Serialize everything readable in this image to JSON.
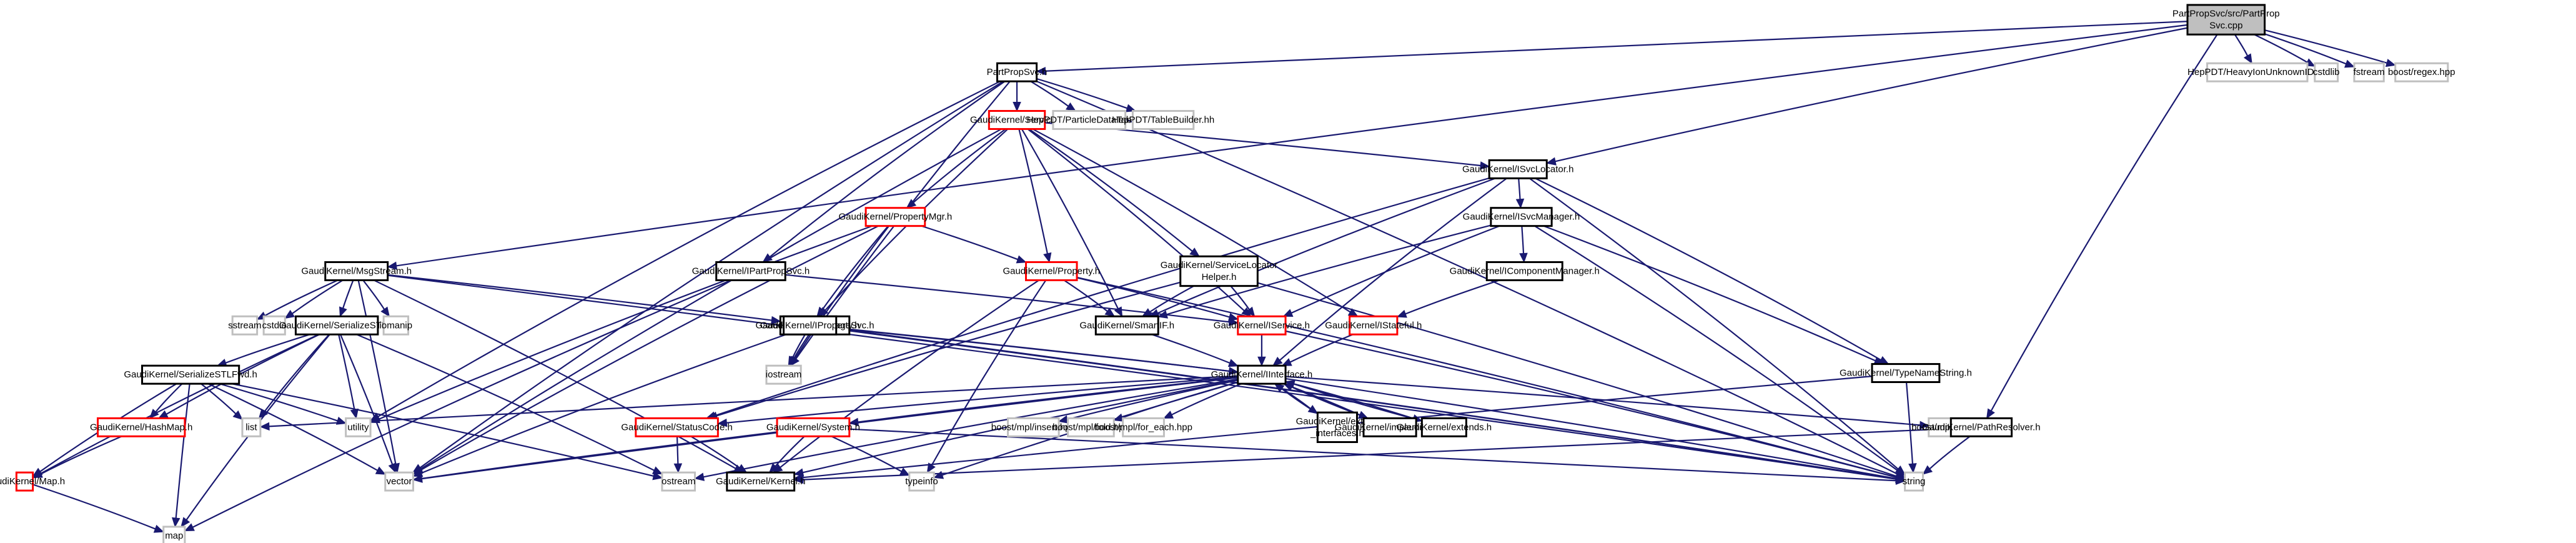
{
  "diagram": {
    "type": "include-dependency-graph",
    "colors": {
      "edge": "#191970",
      "root_fill": "#bfbfbf",
      "documented_border": "#000000",
      "truncated_border": "#ff0000",
      "external_border": "#bfbfbf"
    },
    "nodes": [
      {
        "id": "root",
        "label": [
          "PartPropSvc/src/PartProp",
          "Svc.cpp"
        ],
        "kind": "root"
      },
      {
        "id": "partpropsvc_h",
        "label": [
          "PartPropSvc.h"
        ],
        "kind": "normal"
      },
      {
        "id": "heavyion",
        "label": [
          "HepPDT/HeavyIonUnknownID.hh"
        ],
        "kind": "gray"
      },
      {
        "id": "cstdlib",
        "label": [
          "cstdlib"
        ],
        "kind": "gray"
      },
      {
        "id": "fstream",
        "label": [
          "fstream"
        ],
        "kind": "gray"
      },
      {
        "id": "boost_regex",
        "label": [
          "boost/regex.hpp"
        ],
        "kind": "gray"
      },
      {
        "id": "service_h",
        "label": [
          "GaudiKernel/Service.h"
        ],
        "kind": "red"
      },
      {
        "id": "particledatatable",
        "label": [
          "HepPDT/ParticleDataTable.hh"
        ],
        "kind": "gray"
      },
      {
        "id": "tablebuilder",
        "label": [
          "HepPDT/TableBuilder.hh"
        ],
        "kind": "gray"
      },
      {
        "id": "isvclocator",
        "label": [
          "GaudiKernel/ISvcLocator.h"
        ],
        "kind": "normal"
      },
      {
        "id": "propertymgr",
        "label": [
          "GaudiKernel/PropertyMgr.h"
        ],
        "kind": "red"
      },
      {
        "id": "isvcmanager",
        "label": [
          "GaudiKernel/ISvcManager.h"
        ],
        "kind": "normal"
      },
      {
        "id": "msgstream",
        "label": [
          "GaudiKernel/MsgStream.h"
        ],
        "kind": "normal"
      },
      {
        "id": "ipartpropsvc",
        "label": [
          "GaudiKernel/IPartPropSvc.h"
        ],
        "kind": "normal"
      },
      {
        "id": "property_h",
        "label": [
          "GaudiKernel/Property.h"
        ],
        "kind": "red"
      },
      {
        "id": "servicelocatorhelper",
        "label": [
          "GaudiKernel/ServiceLocator",
          "Helper.h"
        ],
        "kind": "normal"
      },
      {
        "id": "icomponentmanager",
        "label": [
          "GaudiKernel/IComponentManager.h"
        ],
        "kind": "normal"
      },
      {
        "id": "sstream",
        "label": [
          "sstream"
        ],
        "kind": "gray"
      },
      {
        "id": "cstdio",
        "label": [
          "cstdio"
        ],
        "kind": "gray"
      },
      {
        "id": "serializestl",
        "label": [
          "GaudiKernel/SerializeSTL.h"
        ],
        "kind": "normal"
      },
      {
        "id": "iomanip",
        "label": [
          "iomanip"
        ],
        "kind": "gray"
      },
      {
        "id": "imessagesvc",
        "label": [
          "GaudiKernel/IMessageSvc.h"
        ],
        "kind": "normal"
      },
      {
        "id": "iproperty",
        "label": [
          "GaudiKernel/IProperty.h"
        ],
        "kind": "normal"
      },
      {
        "id": "smartif",
        "label": [
          "GaudiKernel/SmartIF.h"
        ],
        "kind": "normal"
      },
      {
        "id": "iservice",
        "label": [
          "GaudiKernel/IService.h"
        ],
        "kind": "red"
      },
      {
        "id": "istateful",
        "label": [
          "GaudiKernel/IStateful.h"
        ],
        "kind": "red"
      },
      {
        "id": "serializestlfwd",
        "label": [
          "GaudiKernel/SerializeSTLFwd.h"
        ],
        "kind": "normal"
      },
      {
        "id": "iostream",
        "label": [
          "iostream"
        ],
        "kind": "gray"
      },
      {
        "id": "iinterface",
        "label": [
          "GaudiKernel/IInterface.h"
        ],
        "kind": "normal"
      },
      {
        "id": "typenamestring",
        "label": [
          "GaudiKernel/TypeNameString.h"
        ],
        "kind": "normal"
      },
      {
        "id": "hashmap",
        "label": [
          "GaudiKernel/HashMap.h"
        ],
        "kind": "red"
      },
      {
        "id": "list",
        "label": [
          "list"
        ],
        "kind": "gray"
      },
      {
        "id": "utility",
        "label": [
          "utility"
        ],
        "kind": "gray"
      },
      {
        "id": "statuscode",
        "label": [
          "GaudiKernel/StatusCode.h"
        ],
        "kind": "red"
      },
      {
        "id": "system_h",
        "label": [
          "GaudiKernel/System.h"
        ],
        "kind": "red"
      },
      {
        "id": "mpl_insert",
        "label": [
          "boost/mpl/insert.hpp"
        ],
        "kind": "gray"
      },
      {
        "id": "mpl_fold",
        "label": [
          "boost/mpl/fold.hpp"
        ],
        "kind": "gray"
      },
      {
        "id": "mpl_for_each",
        "label": [
          "boost/mpl/for_each.hpp"
        ],
        "kind": "gray"
      },
      {
        "id": "extend_interfaces",
        "label": [
          "GaudiKernel/extend",
          "_interfaces.h"
        ],
        "kind": "normal"
      },
      {
        "id": "implements",
        "label": [
          "GaudiKernel/implements.h"
        ],
        "kind": "normal"
      },
      {
        "id": "extends",
        "label": [
          "GaudiKernel/extends.h"
        ],
        "kind": "normal"
      },
      {
        "id": "mpl_set",
        "label": [
          "boost/mpl/set.hpp"
        ],
        "kind": "gray"
      },
      {
        "id": "pathresolver",
        "label": [
          "GaudiKernel/PathResolver.h"
        ],
        "kind": "normal"
      },
      {
        "id": "map_h",
        "label": [
          "GaudiKernel/Map.h"
        ],
        "kind": "red"
      },
      {
        "id": "vector",
        "label": [
          "vector"
        ],
        "kind": "gray"
      },
      {
        "id": "ostream",
        "label": [
          "ostream"
        ],
        "kind": "gray"
      },
      {
        "id": "kernel_h",
        "label": [
          "GaudiKernel/Kernel.h"
        ],
        "kind": "normal"
      },
      {
        "id": "typeinfo",
        "label": [
          "typeinfo"
        ],
        "kind": "gray"
      },
      {
        "id": "string",
        "label": [
          "string"
        ],
        "kind": "gray"
      },
      {
        "id": "map",
        "label": [
          "map"
        ],
        "kind": "gray"
      }
    ],
    "edges": [
      [
        "root",
        "partpropsvc_h"
      ],
      [
        "root",
        "heavyion"
      ],
      [
        "root",
        "cstdlib"
      ],
      [
        "root",
        "fstream"
      ],
      [
        "root",
        "boost_regex"
      ],
      [
        "root",
        "isvclocator"
      ],
      [
        "root",
        "msgstream"
      ],
      [
        "root",
        "pathresolver"
      ],
      [
        "partpropsvc_h",
        "service_h"
      ],
      [
        "partpropsvc_h",
        "particledatatable"
      ],
      [
        "partpropsvc_h",
        "tablebuilder"
      ],
      [
        "partpropsvc_h",
        "ipartpropsvc"
      ],
      [
        "partpropsvc_h",
        "vector"
      ],
      [
        "partpropsvc_h",
        "utility"
      ],
      [
        "partpropsvc_h",
        "iostream"
      ],
      [
        "partpropsvc_h",
        "string"
      ],
      [
        "service_h",
        "propertymgr"
      ],
      [
        "service_h",
        "property_h"
      ],
      [
        "service_h",
        "iproperty"
      ],
      [
        "service_h",
        "smartif"
      ],
      [
        "service_h",
        "servicelocatorhelper"
      ],
      [
        "service_h",
        "iservice"
      ],
      [
        "service_h",
        "istateful"
      ],
      [
        "service_h",
        "isvclocator"
      ],
      [
        "service_h",
        "vector"
      ],
      [
        "propertymgr",
        "property_h"
      ],
      [
        "propertymgr",
        "iproperty"
      ],
      [
        "propertymgr",
        "iostream"
      ],
      [
        "propertymgr",
        "vector"
      ],
      [
        "propertymgr",
        "utility"
      ],
      [
        "property_h",
        "smartif"
      ],
      [
        "property_h",
        "typeinfo"
      ],
      [
        "property_h",
        "string"
      ],
      [
        "property_h",
        "kernel_h"
      ],
      [
        "property_h",
        "iservice"
      ],
      [
        "isvclocator",
        "isvcmanager"
      ],
      [
        "isvclocator",
        "smartif"
      ],
      [
        "isvclocator",
        "iinterface"
      ],
      [
        "isvclocator",
        "typenamestring"
      ],
      [
        "isvclocator",
        "string"
      ],
      [
        "isvclocator",
        "statuscode"
      ],
      [
        "isvcmanager",
        "icomponentmanager"
      ],
      [
        "isvcmanager",
        "iservice"
      ],
      [
        "isvcmanager",
        "smartif"
      ],
      [
        "isvcmanager",
        "typenamestring"
      ],
      [
        "isvcmanager",
        "string"
      ],
      [
        "icomponentmanager",
        "istateful"
      ],
      [
        "servicelocatorhelper",
        "smartif"
      ],
      [
        "servicelocatorhelper",
        "iservice"
      ],
      [
        "servicelocatorhelper",
        "string"
      ],
      [
        "servicelocatorhelper",
        "statuscode"
      ],
      [
        "msgstream",
        "sstream"
      ],
      [
        "msgstream",
        "cstdio"
      ],
      [
        "msgstream",
        "serializestl"
      ],
      [
        "msgstream",
        "iomanip"
      ],
      [
        "msgstream",
        "imessagesvc"
      ],
      [
        "msgstream",
        "string"
      ],
      [
        "msgstream",
        "vector"
      ],
      [
        "msgstream",
        "kernel_h"
      ],
      [
        "ipartpropsvc",
        "iservice"
      ],
      [
        "ipartpropsvc",
        "map"
      ],
      [
        "serializestl",
        "serializestlfwd"
      ],
      [
        "serializestl",
        "hashmap"
      ],
      [
        "serializestl",
        "map_h"
      ],
      [
        "serializestl",
        "list"
      ],
      [
        "serializestl",
        "utility"
      ],
      [
        "serializestl",
        "vector"
      ],
      [
        "serializestl",
        "ostream"
      ],
      [
        "serializestl",
        "map"
      ],
      [
        "serializestlfwd",
        "list"
      ],
      [
        "serializestlfwd",
        "utility"
      ],
      [
        "serializestlfwd",
        "vector"
      ],
      [
        "serializestlfwd",
        "map"
      ],
      [
        "serializestlfwd",
        "hashmap"
      ],
      [
        "serializestlfwd",
        "map_h"
      ],
      [
        "serializestlfwd",
        "ostream"
      ],
      [
        "hashmap",
        "map_h"
      ],
      [
        "map_h",
        "map"
      ],
      [
        "imessagesvc",
        "iinterface"
      ],
      [
        "imessagesvc",
        "iostream"
      ],
      [
        "imessagesvc",
        "string"
      ],
      [
        "iproperty",
        "iinterface"
      ],
      [
        "iproperty",
        "iostream"
      ],
      [
        "iproperty",
        "string"
      ],
      [
        "iproperty",
        "vector"
      ],
      [
        "smartif",
        "iinterface"
      ],
      [
        "iservice",
        "iinterface"
      ],
      [
        "iservice",
        "string"
      ],
      [
        "istateful",
        "iinterface"
      ],
      [
        "iinterface",
        "statuscode"
      ],
      [
        "iinterface",
        "system_h"
      ],
      [
        "iinterface",
        "kernel_h"
      ],
      [
        "iinterface",
        "ostream"
      ],
      [
        "iinterface",
        "typeinfo"
      ],
      [
        "iinterface",
        "mpl_insert"
      ],
      [
        "iinterface",
        "mpl_fold"
      ],
      [
        "iinterface",
        "mpl_for_each"
      ],
      [
        "iinterface",
        "extend_interfaces"
      ],
      [
        "iinterface",
        "implements"
      ],
      [
        "iinterface",
        "extends"
      ],
      [
        "iinterface",
        "mpl_set"
      ],
      [
        "iinterface",
        "list"
      ],
      [
        "iinterface",
        "vector"
      ],
      [
        "iinterface",
        "string"
      ],
      [
        "extend_interfaces",
        "iinterface"
      ],
      [
        "implements",
        "iinterface"
      ],
      [
        "extends",
        "iinterface"
      ],
      [
        "statuscode",
        "ostream"
      ],
      [
        "statuscode",
        "kernel_h"
      ],
      [
        "system_h",
        "kernel_h"
      ],
      [
        "system_h",
        "typeinfo"
      ],
      [
        "system_h",
        "vector"
      ],
      [
        "system_h",
        "string"
      ],
      [
        "typenamestring",
        "string"
      ],
      [
        "typenamestring",
        "kernel_h"
      ],
      [
        "pathresolver",
        "string"
      ],
      [
        "pathresolver",
        "kernel_h"
      ]
    ]
  }
}
